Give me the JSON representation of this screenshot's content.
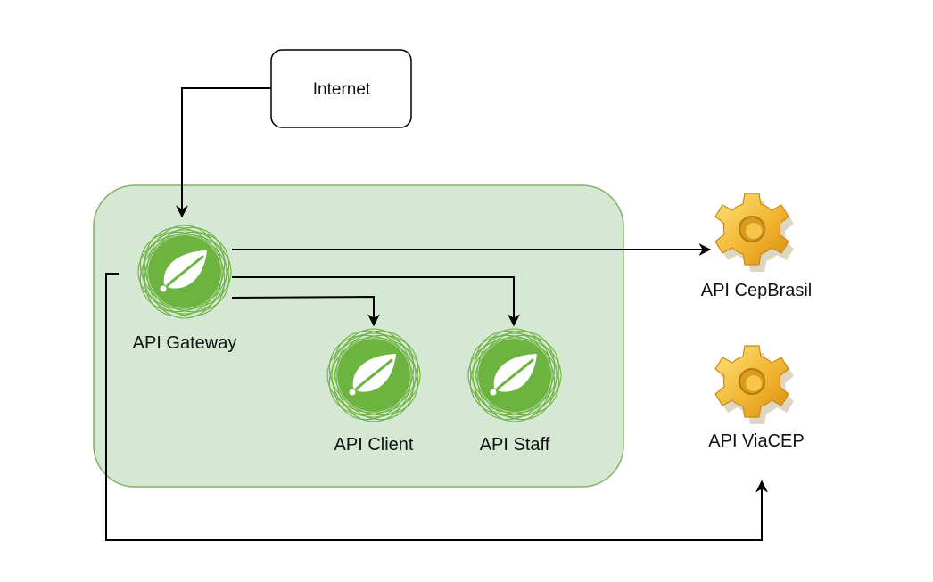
{
  "diagram": {
    "nodes": {
      "internet": {
        "label": "Internet"
      },
      "gateway": {
        "label": "API Gateway",
        "icon": "spring-leaf-icon"
      },
      "client": {
        "label": "API Client",
        "icon": "spring-leaf-icon"
      },
      "staff": {
        "label": "API Staff",
        "icon": "spring-leaf-icon"
      },
      "cepbrasil": {
        "label": "API CepBrasil",
        "icon": "gear-icon"
      },
      "viacep": {
        "label": "API ViaCEP",
        "icon": "gear-icon"
      }
    },
    "edges": [
      {
        "from": "Internet",
        "to": "API Gateway"
      },
      {
        "from": "API Gateway",
        "to": "API CepBrasil"
      },
      {
        "from": "API Gateway",
        "to": "API Staff"
      },
      {
        "from": "API Gateway",
        "to": "API Client"
      },
      {
        "from": "API Gateway",
        "to": "API ViaCEP"
      }
    ],
    "colors": {
      "group_fill": "#d5e8d4",
      "group_stroke": "#82b366",
      "spring_green": "#6db33f",
      "gear_gold": "#f2b632"
    }
  }
}
